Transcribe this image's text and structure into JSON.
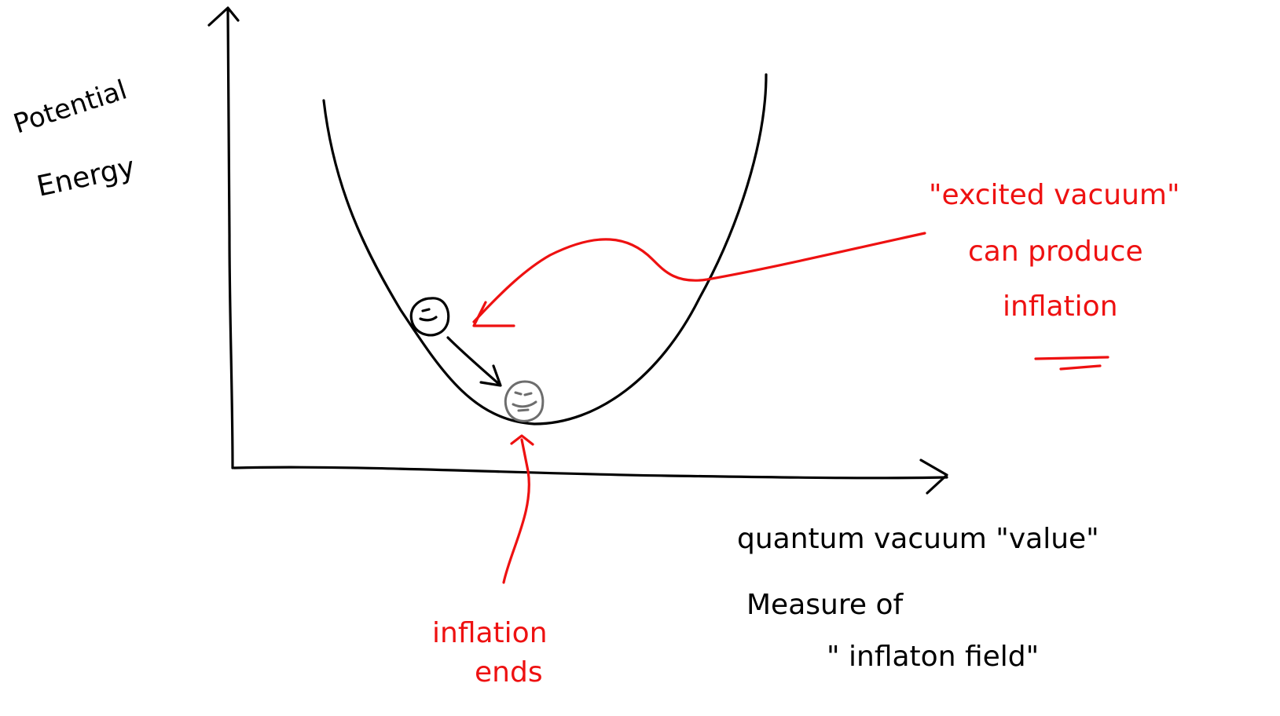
{
  "axes": {
    "y_label_line1": "Potential",
    "y_label_line2": "Energy",
    "x_label_line1": "quantum vacuum \"value\"",
    "x_label_line2": "Measure of",
    "x_label_line3": "\" inflaton field\""
  },
  "annotations": {
    "excited_line1": "\"excited vacuum\"",
    "excited_line2": "can produce",
    "excited_line3": "inflation",
    "ends_line1": "inflation",
    "ends_line2": "ends"
  },
  "colors": {
    "ink": "#000000",
    "annotation": "#ee1111",
    "ball_resting": "#6d6d6d"
  }
}
